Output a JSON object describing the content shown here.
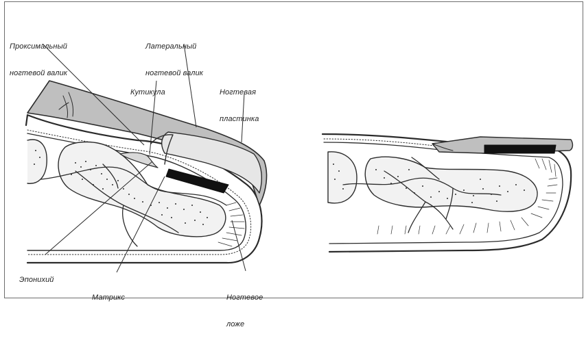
{
  "diagram": {
    "labels": {
      "proximal_fold": [
        "Проксимальный",
        "ногтевой валик"
      ],
      "lateral_fold": [
        "Латеральный",
        "ногтевой валик"
      ],
      "cuticle": [
        "Кутикула"
      ],
      "nail_plate": [
        "Ногтевая",
        "пластинка"
      ],
      "eponychium": [
        "Эпонихий"
      ],
      "matrix": [
        "Матрикс"
      ],
      "nail_bed": [
        "Ногтевое",
        "ложе"
      ]
    },
    "colors": {
      "outline": "#2b2b2b",
      "nail_gray": "#bfbfbf",
      "nail_light": "#e6e6e6",
      "bone_fill": "#f2f2f2",
      "lunula_black": "#111111",
      "frame": "#6c6c6c"
    }
  }
}
